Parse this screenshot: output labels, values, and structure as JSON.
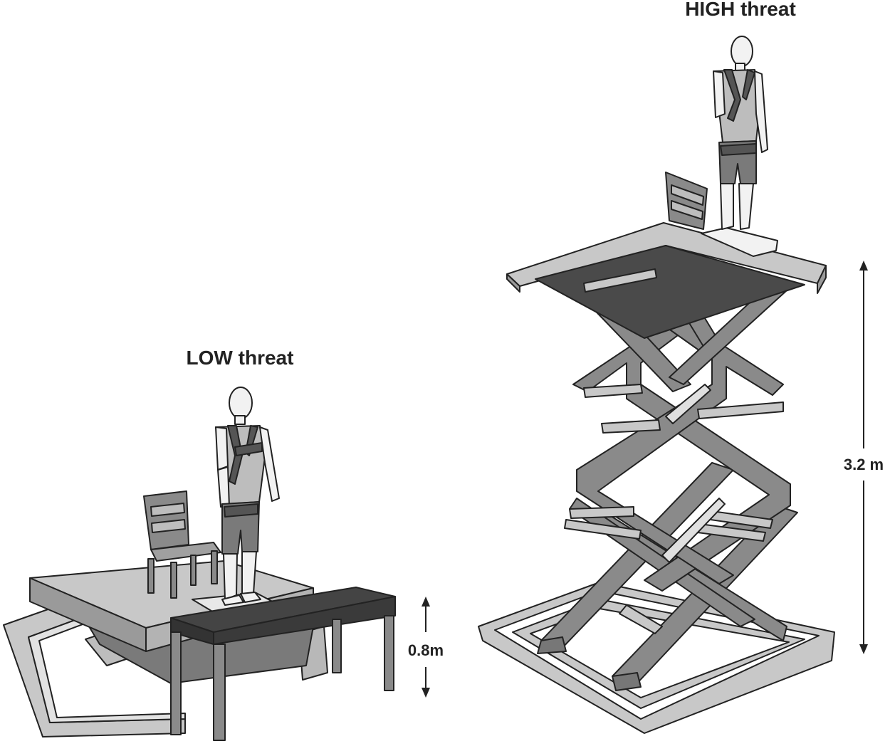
{
  "scenes": {
    "low": {
      "title": "LOW threat",
      "height_label": "0.8m"
    },
    "high": {
      "title": "HIGH threat",
      "height_label": "3.2 m"
    }
  },
  "colors": {
    "outline": "#222222",
    "light_gray": "#c8c8c8",
    "mid_gray": "#9a9a9a",
    "dark_gray": "#555555",
    "darkest": "#444444",
    "skin": "#f2f2f2"
  }
}
